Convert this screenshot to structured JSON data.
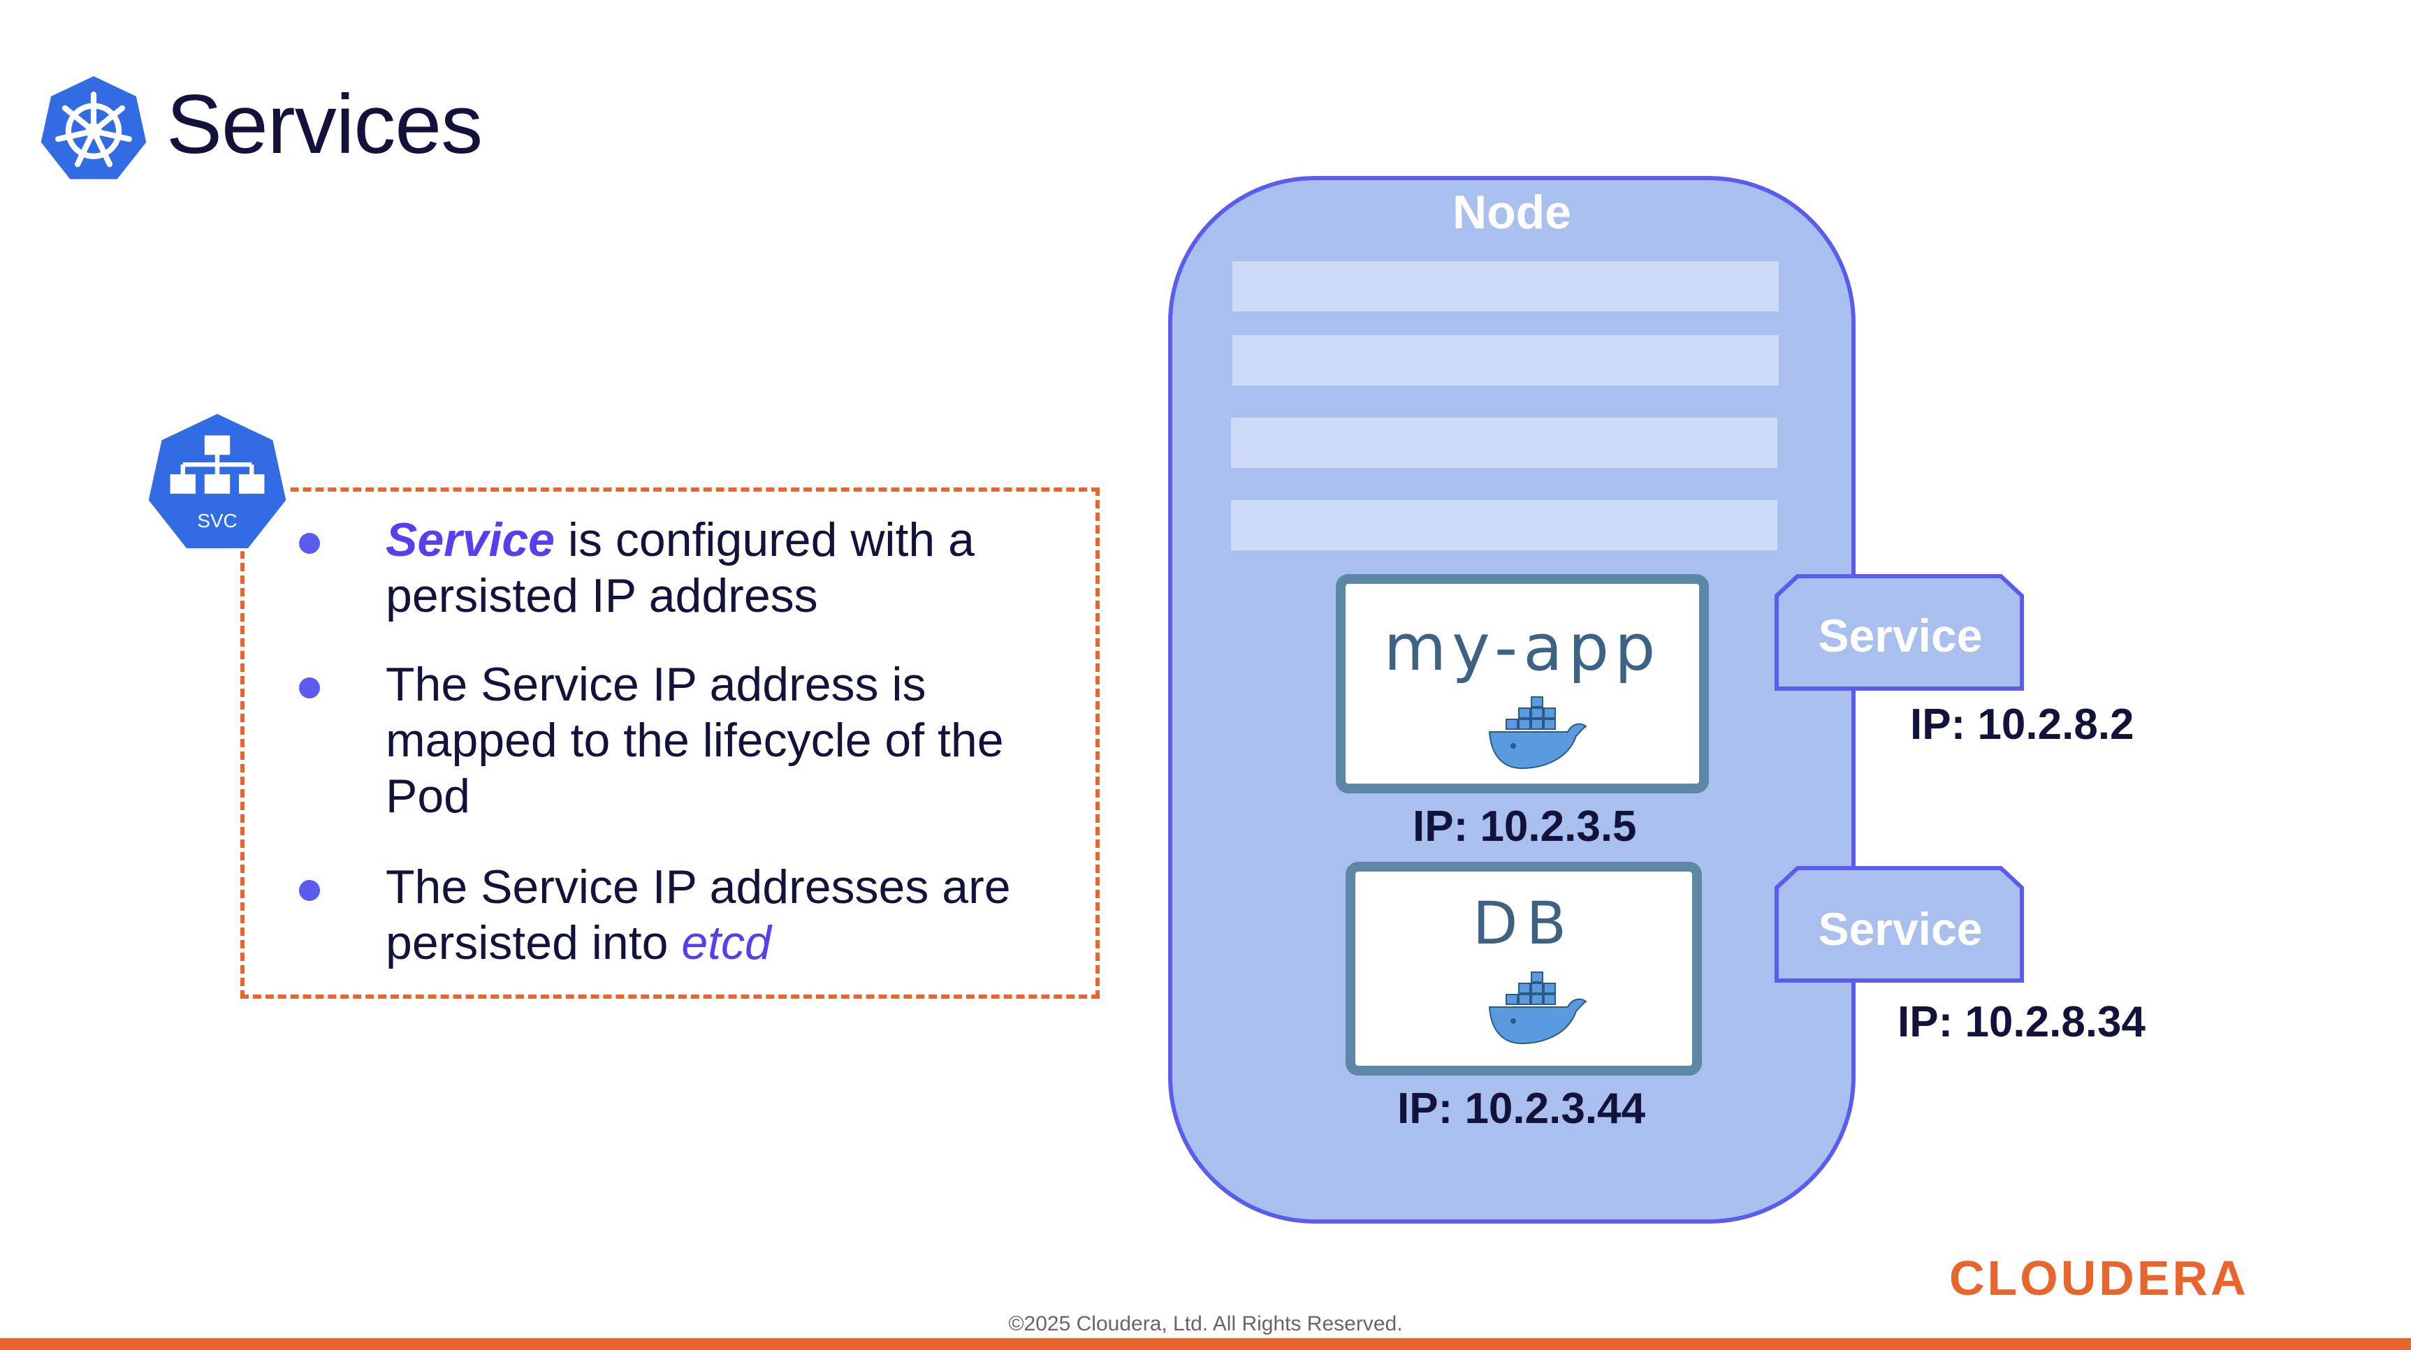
{
  "title": "Services",
  "svc_icon_label": "SVC",
  "bullets": [
    {
      "em": "Service",
      "rest": " is configured with a persisted IP address"
    },
    {
      "text": "The Service IP address is mapped to the lifecycle of the Pod"
    },
    {
      "lead": "The Service IP addresses are persisted into ",
      "em": "etcd"
    }
  ],
  "node": {
    "label": "Node",
    "pods": [
      {
        "name": "my-app",
        "ip": "IP: 10.2.3.5"
      },
      {
        "name": "DB",
        "ip": "IP: 10.2.3.44"
      }
    ],
    "services": [
      {
        "label": "Service",
        "ip": "IP: 10.2.8.2"
      },
      {
        "label": "Service",
        "ip": "IP: 10.2.8.34"
      }
    ]
  },
  "footer": {
    "brand": "CLOUDERA",
    "copyright": "©2025 Cloudera, Ltd. All Rights Reserved."
  },
  "colors": {
    "accent_orange": "#e9652e",
    "accent_purple": "#5b3df0",
    "k8s_blue": "#326ce5",
    "node_fill": "#a9c0ef",
    "node_border": "#5b5bee",
    "text_dark": "#12123a"
  },
  "icons": [
    "kubernetes-helm-icon",
    "service-network-icon",
    "docker-whale-icon"
  ]
}
